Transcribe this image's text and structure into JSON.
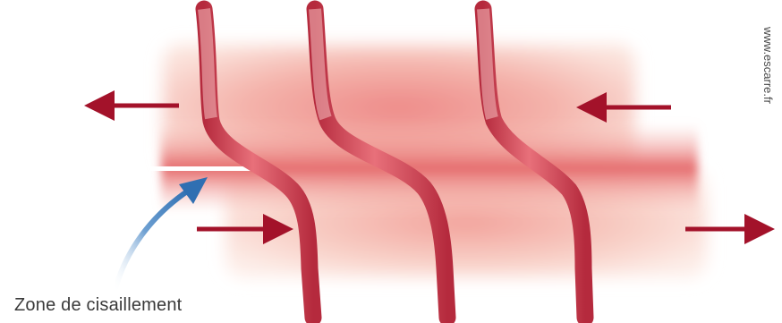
{
  "labels": {
    "zone": "Zone de cisaillement",
    "watermark": "www.escarre.fr"
  },
  "colors": {
    "tissue_dark": "#e2595d",
    "tissue_light": "#f6c2b8",
    "vessel": "#c8334a",
    "vessel_light": "#e89aa0",
    "arrow": "#a3122a",
    "pointer": "#2f6fb2"
  },
  "forces": {
    "upper_layer": [
      "left",
      "left"
    ],
    "lower_layer": [
      "right",
      "right"
    ]
  },
  "vessel_count": 3
}
